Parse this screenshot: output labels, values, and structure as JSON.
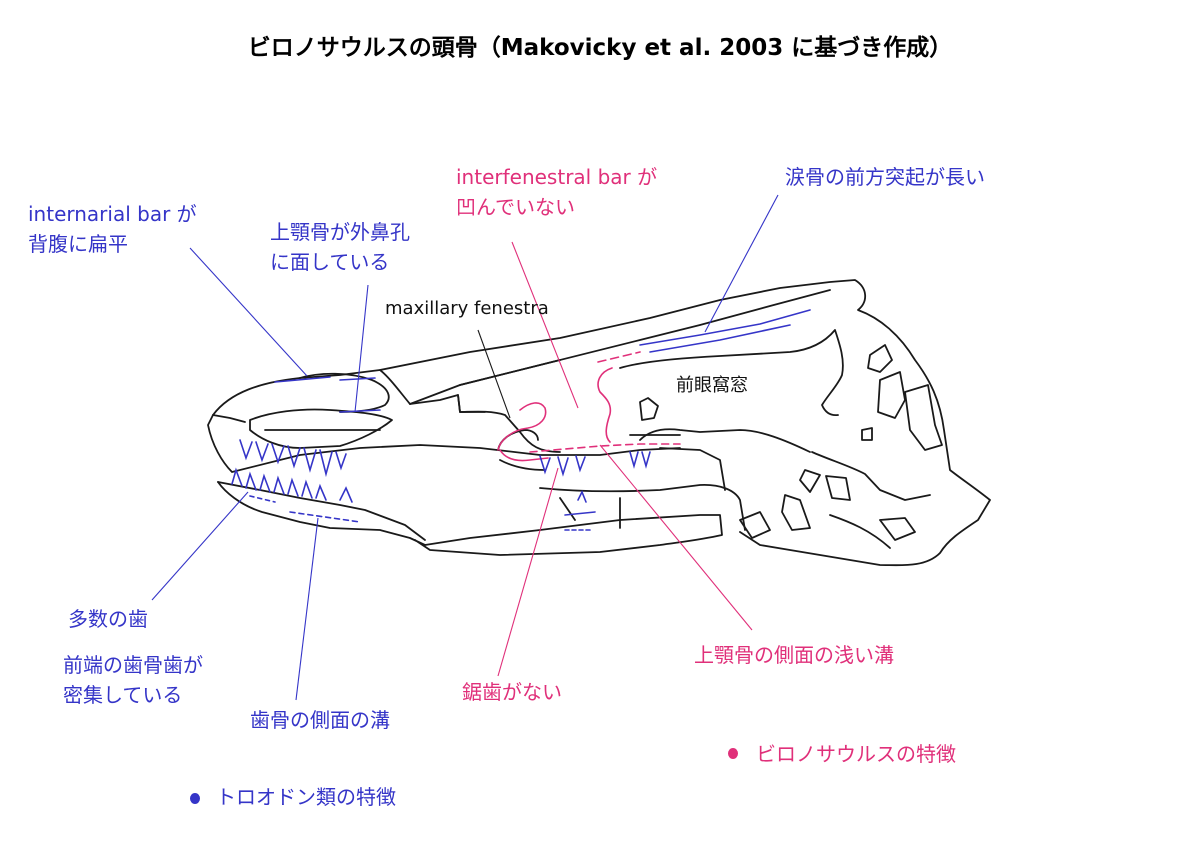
{
  "title": "ビロノサウルスの頭骨（Makovicky et al. 2003 に基づき作成）",
  "colors": {
    "troodontid_feature": "#3535c8",
    "byronosaurus_feature": "#e0307a",
    "outline": "#1a1a1a"
  },
  "labels": {
    "internarial_bar": [
      "internarial bar が",
      "背腹に扁平"
    ],
    "maxilla_nares": [
      "上顎骨が外鼻孔",
      "に面している"
    ],
    "maxillary_fenestra": "maxillary fenestra",
    "interfenestral_bar": [
      "interfenestral bar が",
      "凹んでいない"
    ],
    "lacrimal": "涙骨の前方突起が長い",
    "antorbital_fenestra": "前眼窩窓",
    "many_teeth": "多数の歯",
    "dentary_teeth": [
      "前端の歯骨歯が",
      "密集している"
    ],
    "dentary_groove": "歯骨の側面の溝",
    "no_serrations": "鋸歯がない",
    "maxilla_groove": "上顎骨の側面の浅い溝"
  },
  "legend": {
    "byronosaurus": "ビロノサウルスの特徴",
    "troodontid": "トロオドン類の特徴"
  }
}
